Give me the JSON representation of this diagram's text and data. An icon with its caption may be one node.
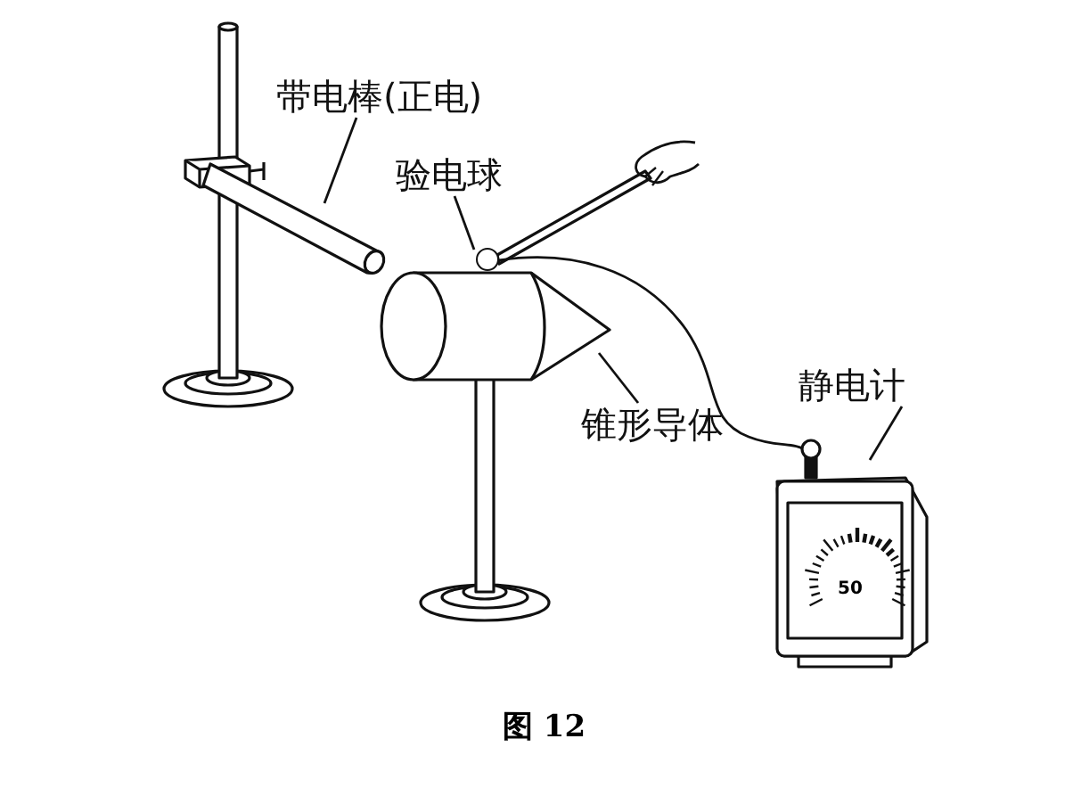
{
  "diagram": {
    "caption": "图 12",
    "nodes": [
      {
        "text": [
          "带电棒(正电)"
        ]
      },
      {
        "text": [],
        "shape": "picture"
      },
      {
        "text": [
          "验电球"
        ]
      },
      {
        "text": [],
        "shape": "circle"
      },
      {
        "text": [
          "锥形导体"
        ]
      },
      {
        "text": [],
        "shape": "picture"
      },
      {
        "text": [
          "静电计"
        ]
      },
      {
        "text": [],
        "shape": "picture"
      }
    ],
    "edges": [
      {
        "from": 0,
        "to": 1,
        "arrow": "none"
      },
      {
        "from": 2,
        "to": 3,
        "arrow": "none"
      },
      {
        "from": 4,
        "to": 5,
        "arrow": "none"
      },
      {
        "from": 6,
        "to": 7,
        "arrow": "none"
      },
      {
        "from": 3,
        "to": 7,
        "arrow": "none"
      }
    ],
    "labels": [
      "50"
    ]
  }
}
